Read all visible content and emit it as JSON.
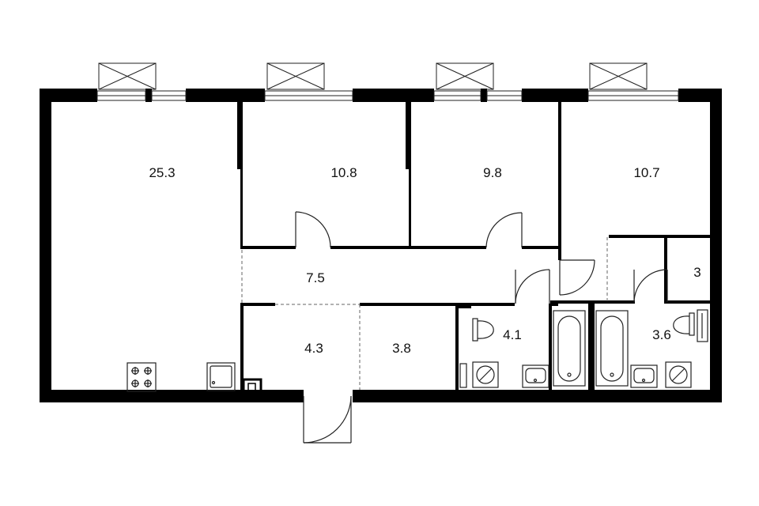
{
  "rooms": [
    {
      "id": "living-kitchen",
      "area": "25.3"
    },
    {
      "id": "bedroom-1",
      "area": "10.8"
    },
    {
      "id": "bedroom-2",
      "area": "9.8"
    },
    {
      "id": "bedroom-3",
      "area": "10.7"
    },
    {
      "id": "wardrobe",
      "area": "3"
    },
    {
      "id": "hallway",
      "area": "7.5"
    },
    {
      "id": "entrance",
      "area": "4.3"
    },
    {
      "id": "storage",
      "area": "3.8"
    },
    {
      "id": "bathroom-1",
      "area": "4.1"
    },
    {
      "id": "bathroom-2",
      "area": "3.6"
    }
  ],
  "colors": {
    "wall": "#000000",
    "line": "#1a1a1a",
    "background": "#ffffff"
  }
}
